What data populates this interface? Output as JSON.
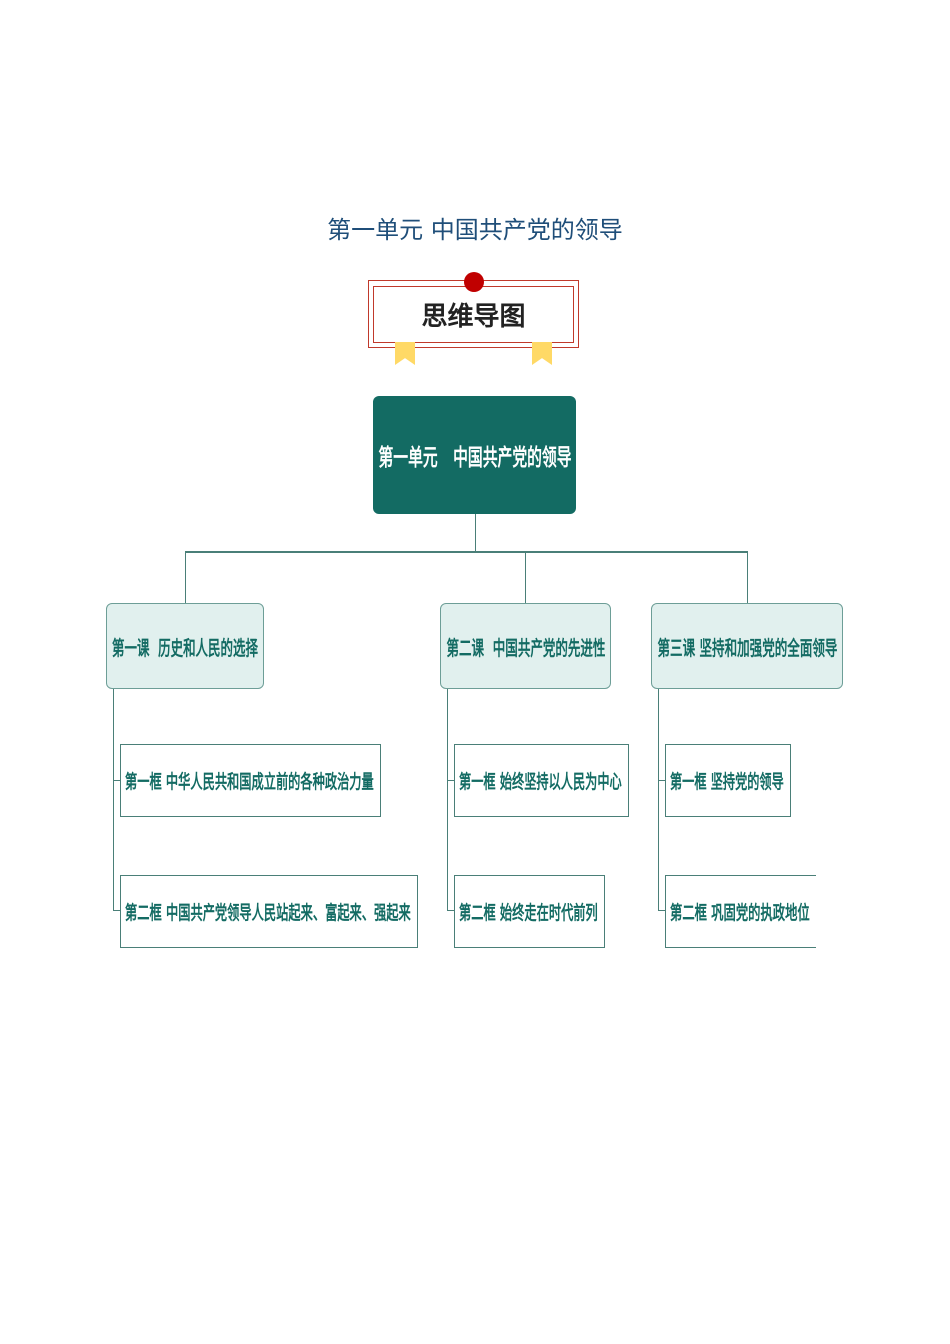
{
  "title": "第一单元  中国共产党的领导",
  "badge": {
    "label": "思维导图",
    "accent": "#c00000",
    "ribbon": "#ffd966"
  },
  "root": {
    "label": "第一单元   中国共产党的领导",
    "color": "#136b63"
  },
  "lessons": [
    {
      "label": "第一课  历史和人民的选择",
      "frames": [
        "第一框 中华人民共和国成立前的各种政治力量",
        "第二框 中国共产党领导人民站起来、富起来、强起来"
      ]
    },
    {
      "label": "第二课  中国共产党的先进性",
      "frames": [
        "第一框 始终坚持以人民为中心",
        "第二框 始终走在时代前列"
      ]
    },
    {
      "label": "第三课 坚持和加强党的全面领导",
      "frames": [
        "第一框 坚持党的领导",
        "第二框 巩固党的执政地位"
      ]
    }
  ]
}
